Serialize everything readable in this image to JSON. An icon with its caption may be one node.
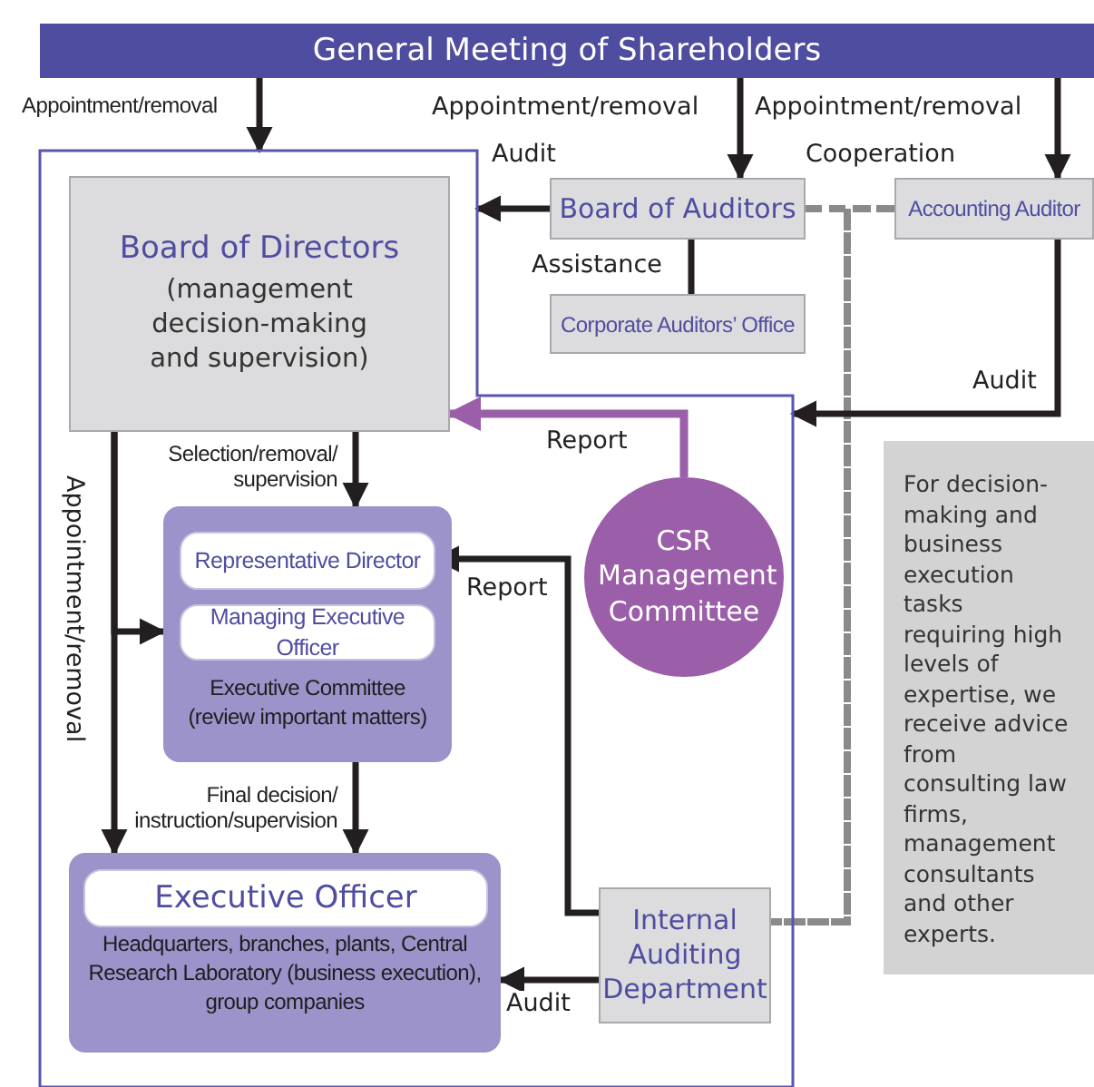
{
  "diagram": {
    "nodes": [
      {
        "text": [
          "General Meeting of Shareholders"
        ]
      },
      {
        "text": [],
        "shape": "box"
      },
      {
        "text": [
          "Board of Directors",
          "(management decision-making and supervision)"
        ],
        "in": 1
      },
      {
        "text": [
          "Executive Committee (review important matters)"
        ],
        "in": 1
      },
      {
        "text": [
          "Representative Director"
        ],
        "in": 3
      },
      {
        "text": [
          "Managing Executive Officer"
        ],
        "in": 3
      },
      {
        "text": [
          "Headquarters, branches, plants, Central Research Laboratory (business execution), group companies"
        ],
        "in": 1
      },
      {
        "text": [
          "Executive Officer"
        ],
        "in": 6
      },
      {
        "text": [
          "CSR Management Committee"
        ],
        "in": 1
      },
      {
        "text": [
          "Internal Auditing Department"
        ],
        "in": 1
      },
      {
        "text": [
          "Board of Auditors"
        ]
      },
      {
        "text": [
          "Corporate Auditors’ Office"
        ]
      },
      {
        "text": [
          "Accounting Auditor"
        ]
      },
      {
        "text": [
          "For decision-making and business execution tasks requiring high levels of expertise, we receive advice from consulting law firms, management consultants and other experts."
        ]
      }
    ],
    "edges": [
      {
        "from": 0,
        "to": 1,
        "arrow": "to",
        "label": "Appointment/removal"
      },
      {
        "from": 0,
        "to": 10,
        "arrow": "to",
        "label": "Appointment/removal"
      },
      {
        "from": 0,
        "to": 12,
        "arrow": "to",
        "label": "Appointment/removal"
      },
      {
        "from": 10,
        "to": 1,
        "arrow": "to",
        "label": "Audit"
      },
      {
        "from": 10,
        "to": 11,
        "arrow": "none",
        "label": "Assistance"
      },
      {
        "from": 10,
        "to": 12,
        "arrow": "none",
        "label": "Cooperation",
        "style": "dashed",
        "color": "#8a8a8a"
      },
      {
        "from": 10,
        "to": 9,
        "arrow": "none",
        "style": "dashed",
        "color": "#8a8a8a"
      },
      {
        "from": 12,
        "to": 9,
        "arrow": "none",
        "style": "dashed",
        "color": "#8a8a8a"
      },
      {
        "from": 12,
        "to": 1,
        "arrow": "to",
        "label": "Audit"
      },
      {
        "from": 8,
        "to": 2,
        "arrow": "to",
        "label": "Report",
        "color": "#9b5ea8"
      },
      {
        "from": 2,
        "to": 3,
        "arrow": "to",
        "label": "Selection/removal/ supervision"
      },
      {
        "from": 2,
        "to": 3,
        "arrow": "to"
      },
      {
        "from": 2,
        "to": 6,
        "arrow": "to",
        "label": "Appointment/removal"
      },
      {
        "from": 3,
        "to": 6,
        "arrow": "to",
        "label": "Final decision/ instruction/supervision"
      },
      {
        "from": 9,
        "to": 4,
        "arrow": "to",
        "label": "Report"
      },
      {
        "from": 9,
        "to": 6,
        "arrow": "to",
        "label": "Audit"
      }
    ]
  }
}
